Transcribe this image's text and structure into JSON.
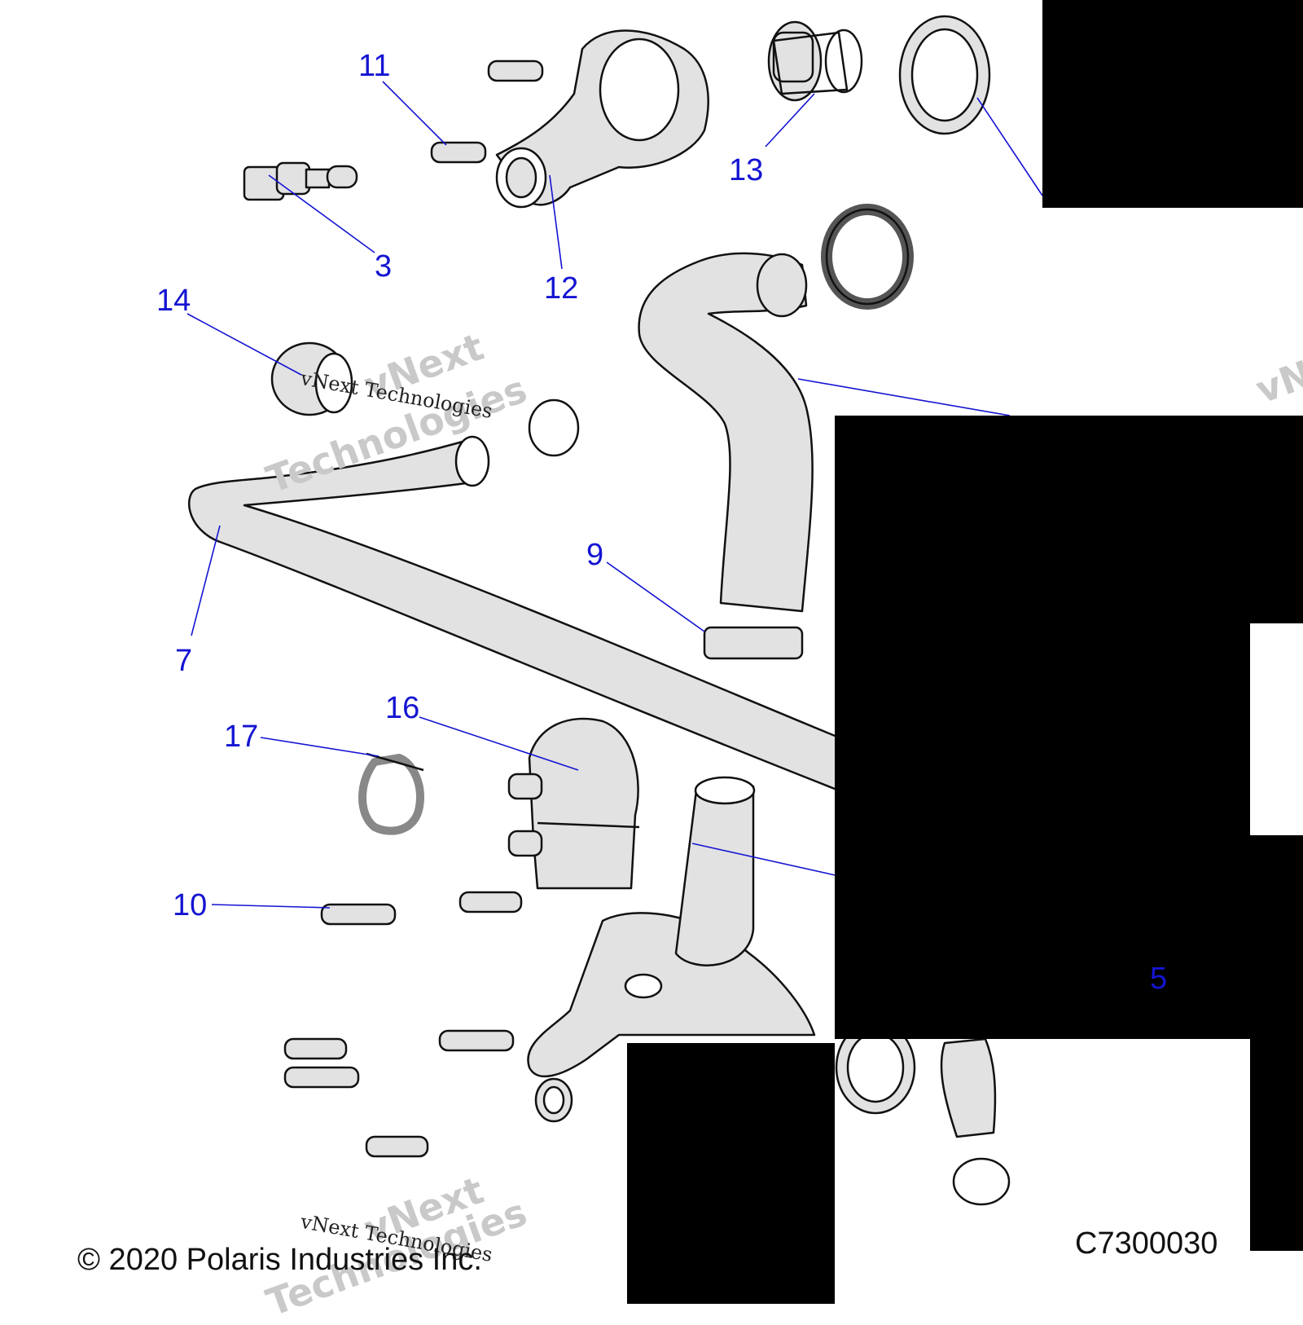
{
  "callouts": [
    {
      "id": "3",
      "label": "3"
    },
    {
      "id": "5",
      "label": "5"
    },
    {
      "id": "7",
      "label": "7"
    },
    {
      "id": "9",
      "label": "9"
    },
    {
      "id": "10",
      "label": "10"
    },
    {
      "id": "11",
      "label": "11"
    },
    {
      "id": "12",
      "label": "12"
    },
    {
      "id": "13",
      "label": "13"
    },
    {
      "id": "14",
      "label": "14"
    },
    {
      "id": "16",
      "label": "16"
    },
    {
      "id": "17",
      "label": "17"
    }
  ],
  "watermark": {
    "line1": "vNext",
    "line2": "Technologies",
    "small": "vNext Technologies"
  },
  "footer": {
    "copyright": "© 2020 Polaris Industries Inc.",
    "code": "C7300030"
  },
  "colors": {
    "callout": "#1414d2",
    "leader": "#1414d2",
    "part_fill": "#e2e2e2",
    "part_stroke": "#111111",
    "mask": "#000000"
  },
  "parts": [
    {
      "name": "temperature-sensor"
    },
    {
      "name": "thermostat-housing"
    },
    {
      "name": "thermostat"
    },
    {
      "name": "o-ring"
    },
    {
      "name": "upper-hose"
    },
    {
      "name": "bypass-hose"
    },
    {
      "name": "hose-clamp"
    },
    {
      "name": "water-pump"
    },
    {
      "name": "pump-cover"
    },
    {
      "name": "cable-tie"
    },
    {
      "name": "bolts"
    }
  ]
}
